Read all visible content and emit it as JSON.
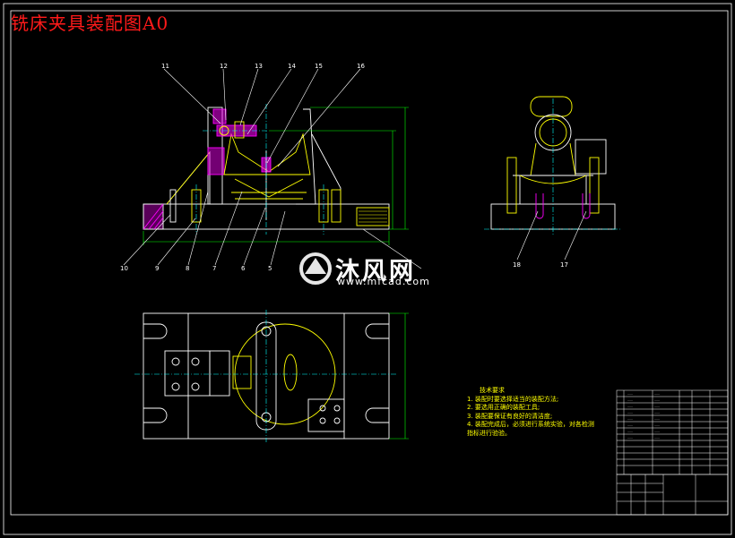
{
  "title": "铣床夹具装配图A0",
  "colors": {
    "background": "#000000",
    "title": "#ff1a1a",
    "outline": "#ffffff",
    "part": "#ffff00",
    "hatch": "#ff00ff",
    "dimension": "#00ff00",
    "center_line": "#00ffff",
    "leader": "#ffffff"
  },
  "balloons_top": [
    "11",
    "12",
    "13",
    "14",
    "15",
    "16"
  ],
  "balloons_bottom": [
    "10",
    "9",
    "8",
    "7",
    "6",
    "5"
  ],
  "balloons_side": [
    "18",
    "17"
  ],
  "technical_requirements": {
    "heading": "技术要求",
    "lines": [
      "1. 装配时要选择适当的装配方法;",
      "2. 要选用正确的装配工具;",
      "3. 装配要保证有良好的清洁度;",
      "4. 装配完成后，必须进行系统实验，对各检测",
      "指标进行验验。"
    ]
  },
  "watermark": {
    "text": "沐风网",
    "url": "www.mfcad.com"
  }
}
